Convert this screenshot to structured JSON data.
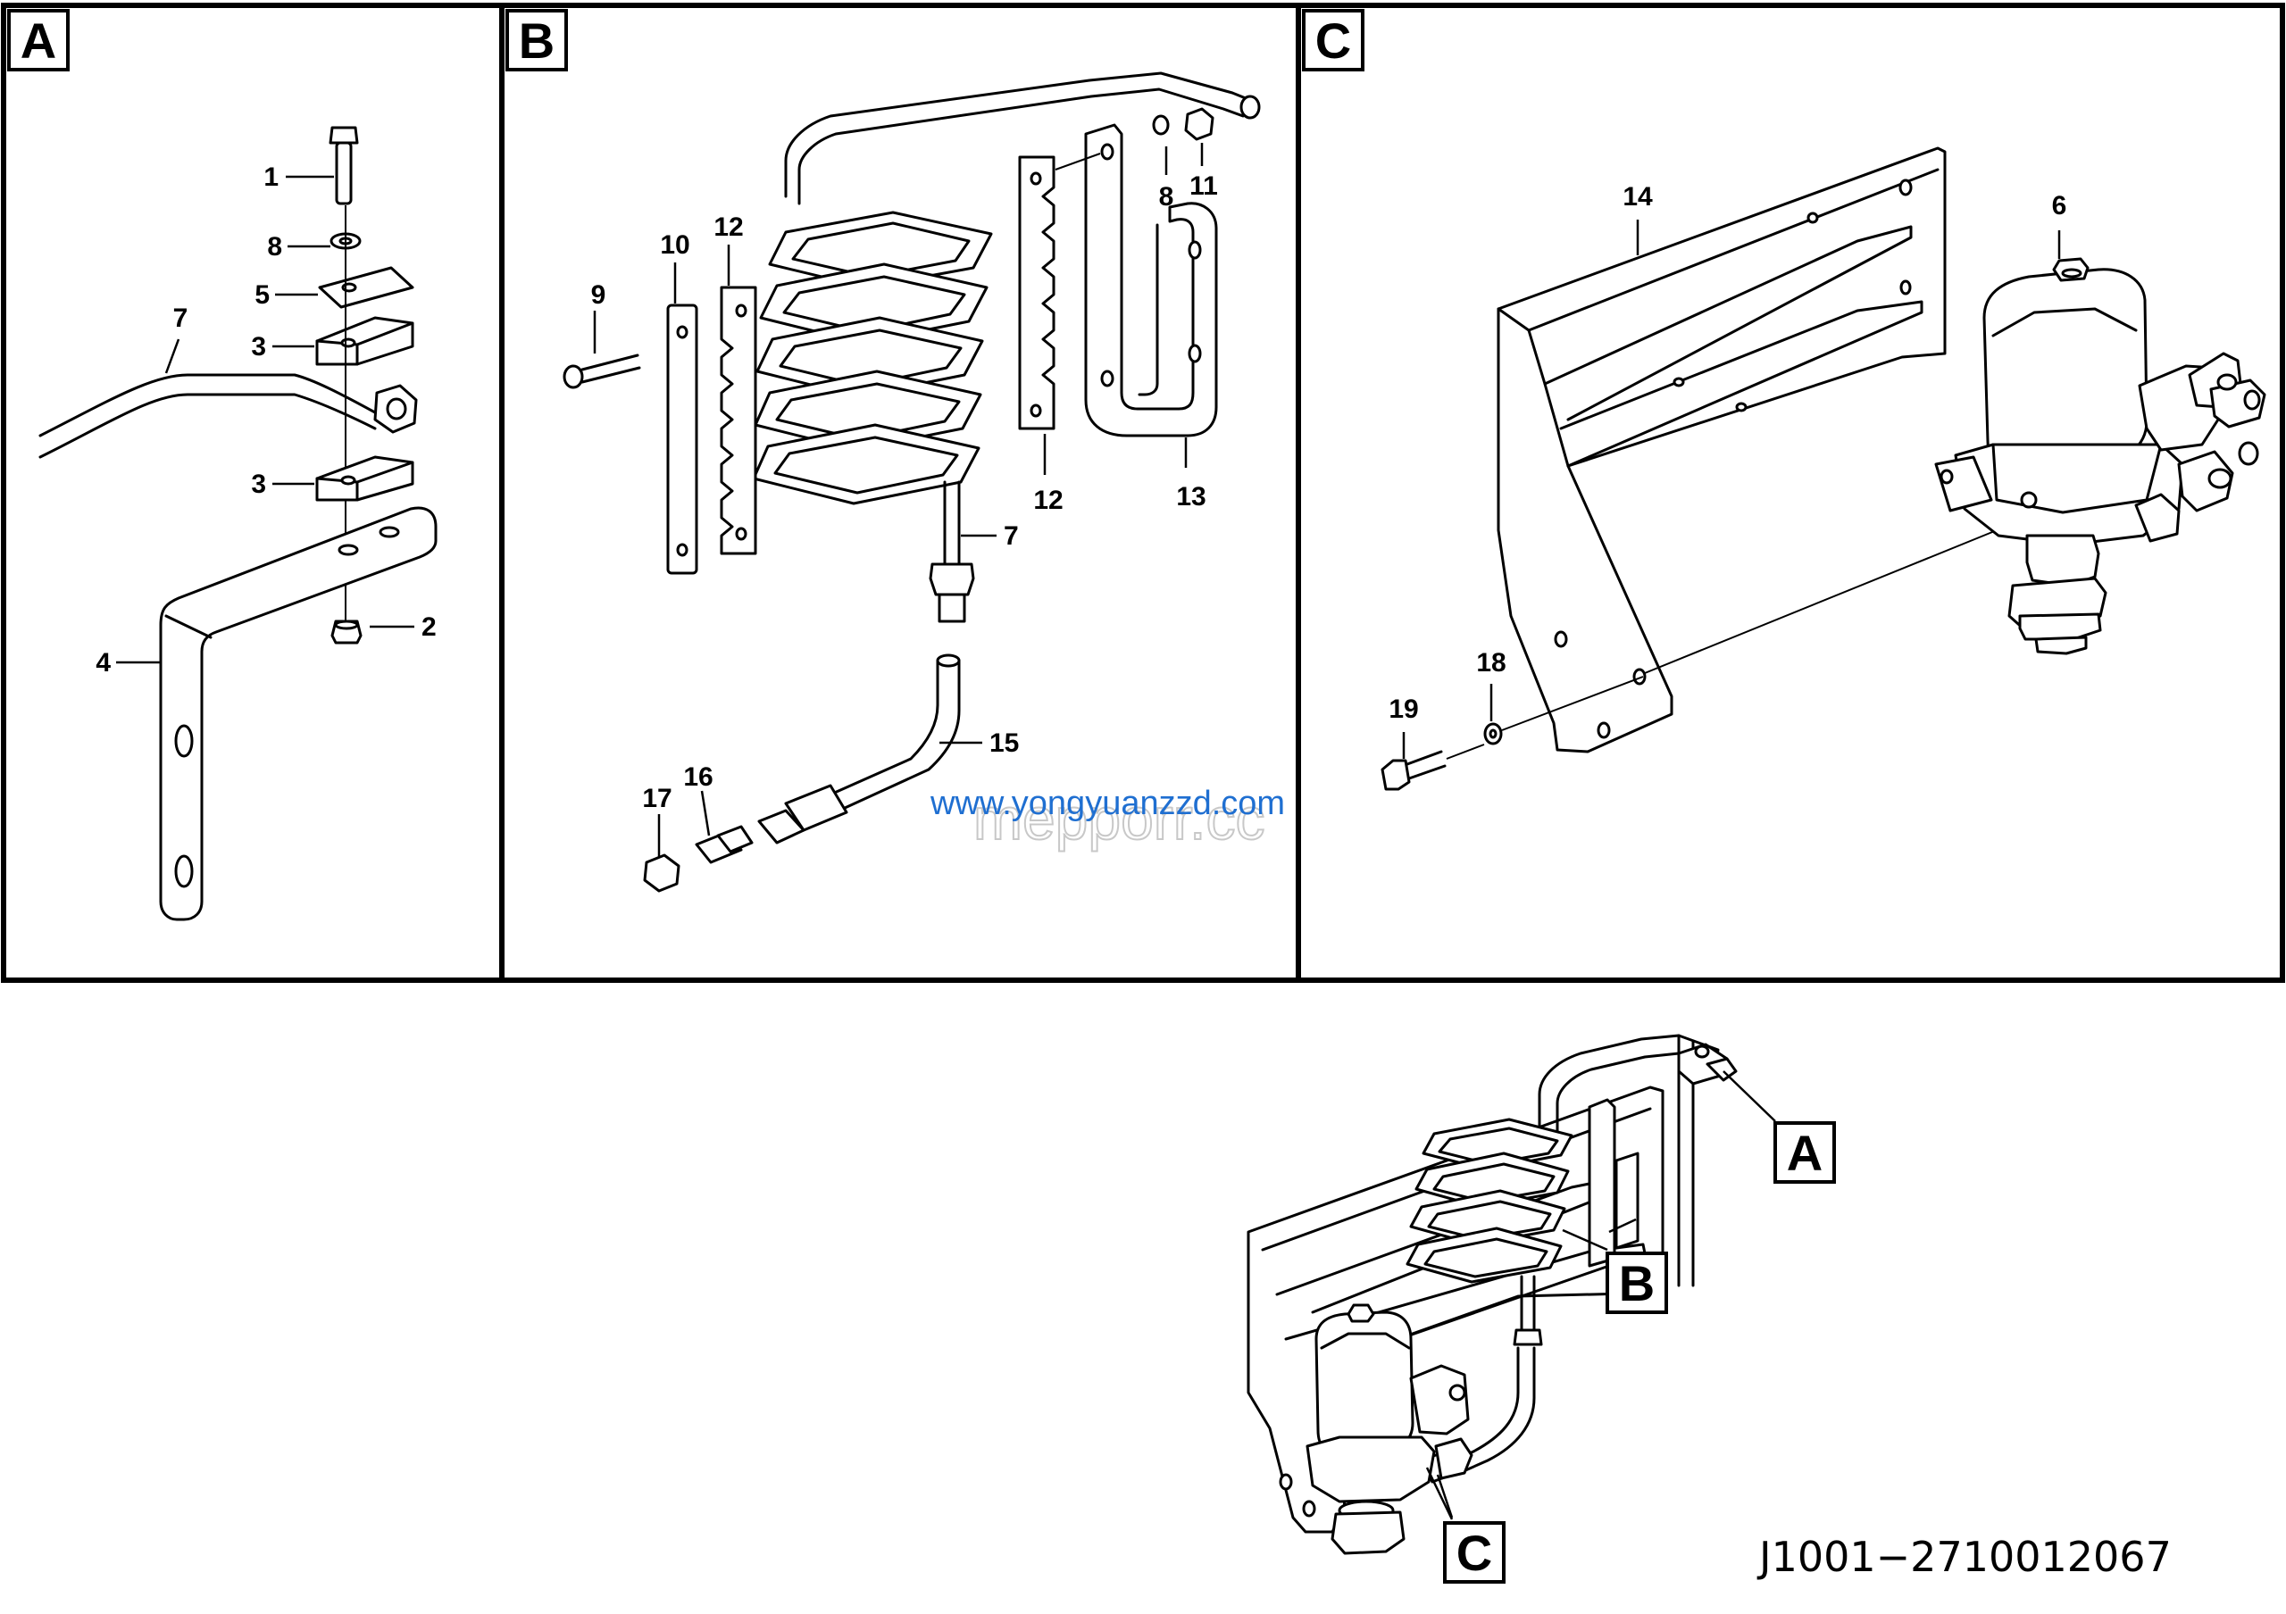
{
  "panels": [
    {
      "id": "panel-a",
      "label": "A"
    },
    {
      "id": "panel-b",
      "label": "B"
    },
    {
      "id": "panel-c",
      "label": "C"
    }
  ],
  "callouts": {
    "a1": "1",
    "a8": "8",
    "a5": "5",
    "a7": "7",
    "a3top": "3",
    "a3bot": "3",
    "a4": "4",
    "a2": "2",
    "b9": "9",
    "b10": "10",
    "b12left": "12",
    "b8": "8",
    "b11": "11",
    "b12right": "12",
    "b13": "13",
    "b7": "7",
    "b15": "15",
    "b16": "16",
    "b17": "17",
    "c14": "14",
    "c6": "6",
    "c18": "18",
    "c19": "19"
  },
  "overview_tags": {
    "a": "A",
    "b": "B",
    "c": "C"
  },
  "watermark": "www.yongyuanzzd.com",
  "watermark_faint": "mepporr.cc",
  "drawing_code": "J1001−2710012067"
}
